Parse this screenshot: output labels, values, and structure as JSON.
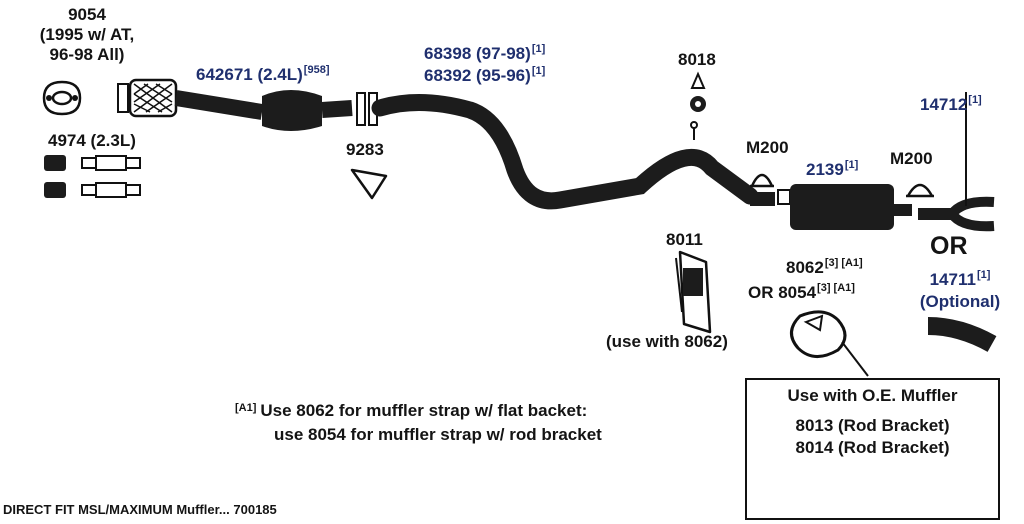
{
  "parts": {
    "p9054": {
      "num": "9054",
      "l2": "(1995 w/ AT,",
      "l3": "96-98 All)"
    },
    "p4974": {
      "text": "4974 (2.3L)"
    },
    "p642671": {
      "text": "642671 (2.4L)",
      "sup": "[958]"
    },
    "p68398": {
      "text": "68398 (97-98)",
      "sup": "[1]"
    },
    "p68392": {
      "text": "68392 (95-96)",
      "sup": "[1]"
    },
    "p9283": {
      "text": "9283"
    },
    "p8018": {
      "text": "8018"
    },
    "m200_left": {
      "text": "M200"
    },
    "m200_right": {
      "text": "M200"
    },
    "p2139": {
      "text": "2139",
      "sup": "[1]"
    },
    "p14712": {
      "text": "14712",
      "sup": "[1]"
    },
    "or_big": {
      "text": "OR"
    },
    "p14711": {
      "text": "14711",
      "sup": "[1]",
      "optional": "(Optional)"
    },
    "p8011": {
      "text": "8011",
      "use_with": "(use with 8062)"
    },
    "p8062": {
      "text": "8062",
      "sup": "[3] [A1]"
    },
    "p8054": {
      "text": "OR 8054",
      "sup": "[3] [A1]"
    }
  },
  "note": {
    "ref": "[A1]",
    "line1": "Use 8062 for muffler strap w/ flat backet:",
    "line2": "use 8054 for muffler strap w/ rod bracket"
  },
  "oe_box": {
    "title": "Use with O.E. Muffler",
    "line1": "8013 (Rod Bracket)",
    "line2": "8014 (Rod Bracket)"
  },
  "footer": "DIRECT FIT MSL/MAXIMUM Muffler... 700185",
  "colors": {
    "pipe": "#1c1c1c",
    "label_blue": "#1f2f6e",
    "text": "#141414"
  }
}
